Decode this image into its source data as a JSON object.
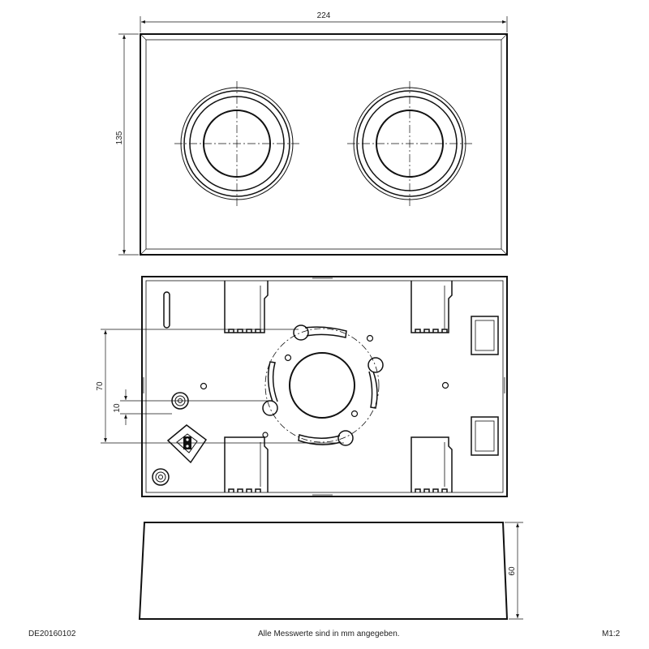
{
  "dimensions": {
    "width": "224",
    "height": "135",
    "mount_spacing": "70",
    "offset": "10",
    "depth": "60"
  },
  "footer": {
    "doc_id": "DE20160102",
    "note": "Alle Messwerte sind in mm angegeben.",
    "scale": "M1:2"
  }
}
